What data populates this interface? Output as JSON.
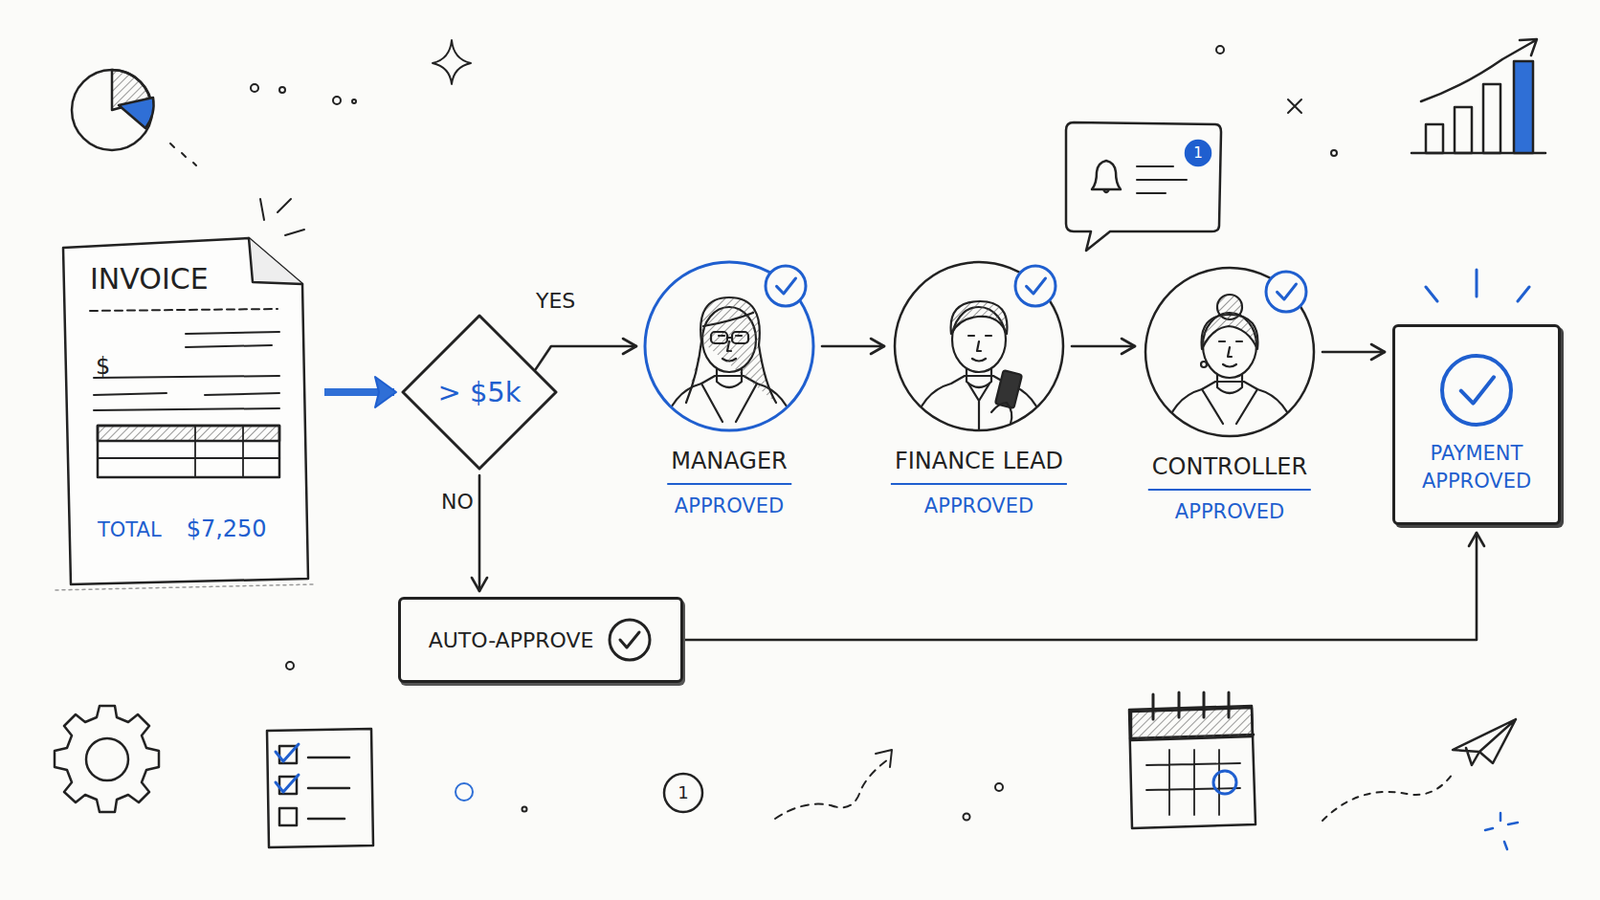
{
  "diagram": {
    "nodes": [
      {
        "text": [
          "INVOICE",
          "$",
          "TOTAL",
          "$7,250"
        ]
      },
      {
        "text": [
          "> $5k"
        ]
      },
      {
        "text": [
          "MANAGER",
          "APPROVED"
        ]
      },
      {
        "text": [
          "FINANCE LEAD",
          "APPROVED"
        ]
      },
      {
        "text": [
          "CONTROLLER",
          "APPROVED"
        ]
      },
      {
        "text": [
          "PAYMENT APPROVED"
        ]
      },
      {
        "text": [
          "AUTO-APPROVE"
        ]
      }
    ],
    "edges": [
      {
        "from": 0,
        "to": 1,
        "arrow": "to"
      },
      {
        "from": 1,
        "to": 2,
        "label": "YES",
        "arrow": "to"
      },
      {
        "from": 2,
        "to": 3,
        "arrow": "to"
      },
      {
        "from": 3,
        "to": 4,
        "arrow": "to"
      },
      {
        "from": 4,
        "to": 5,
        "arrow": "to"
      },
      {
        "from": 1,
        "to": 6,
        "label": "NO",
        "arrow": "to"
      },
      {
        "from": 6,
        "to": 5,
        "arrow": "to"
      }
    ],
    "labels": [
      "1",
      "1"
    ]
  }
}
